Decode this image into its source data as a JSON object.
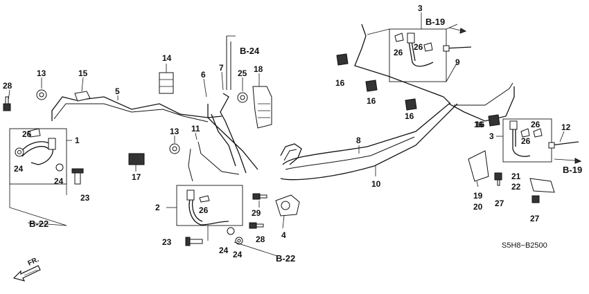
{
  "diagram": {
    "diagram_code": "S5H8−B2500",
    "front_indicator": "FR.",
    "reference_labels": [
      "B-19",
      "B-24",
      "B-22",
      "B-22",
      "B-19"
    ],
    "callouts": [
      "28",
      "13",
      "15",
      "5",
      "14",
      "6",
      "7",
      "25",
      "18",
      "1",
      "26",
      "24",
      "24",
      "23",
      "13",
      "11",
      "17",
      "3",
      "26",
      "26",
      "9",
      "16",
      "16",
      "16",
      "16",
      "8",
      "10",
      "3",
      "26",
      "26",
      "16",
      "12",
      "19",
      "20",
      "21",
      "22",
      "27",
      "27",
      "2",
      "26",
      "29",
      "28",
      "4",
      "23",
      "24",
      "24"
    ]
  }
}
